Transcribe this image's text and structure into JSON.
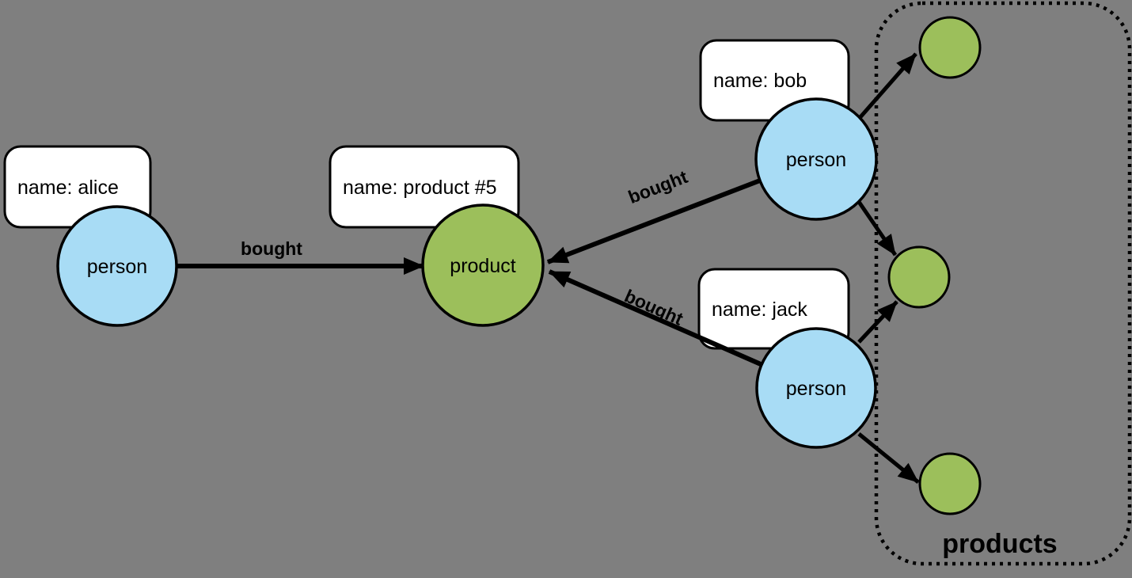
{
  "diagram_type": "graph-data-model",
  "colors": {
    "background": "#7f7f7f",
    "person_fill": "#a8dcf5",
    "product_fill": "#9cbf5b",
    "box_fill": "#ffffff",
    "stroke": "#000000"
  },
  "nodes": {
    "alice": {
      "label": "person",
      "property": "name: alice"
    },
    "bob": {
      "label": "person",
      "property": "name: bob"
    },
    "jack": {
      "label": "person",
      "property": "name: jack"
    },
    "product5": {
      "label": "product",
      "property": "name: product #5"
    },
    "small_products_count": "3"
  },
  "edges": [
    {
      "id": "alice-product5",
      "label": "bought"
    },
    {
      "id": "bob-product5",
      "label": "bought"
    },
    {
      "id": "jack-product5",
      "label": "bought"
    },
    {
      "id": "bob-product-item-1",
      "label": ""
    },
    {
      "id": "bob-product-item-2",
      "label": ""
    },
    {
      "id": "jack-product-item-2",
      "label": ""
    },
    {
      "id": "jack-product-item-3",
      "label": ""
    }
  ],
  "group": {
    "label": "products"
  }
}
